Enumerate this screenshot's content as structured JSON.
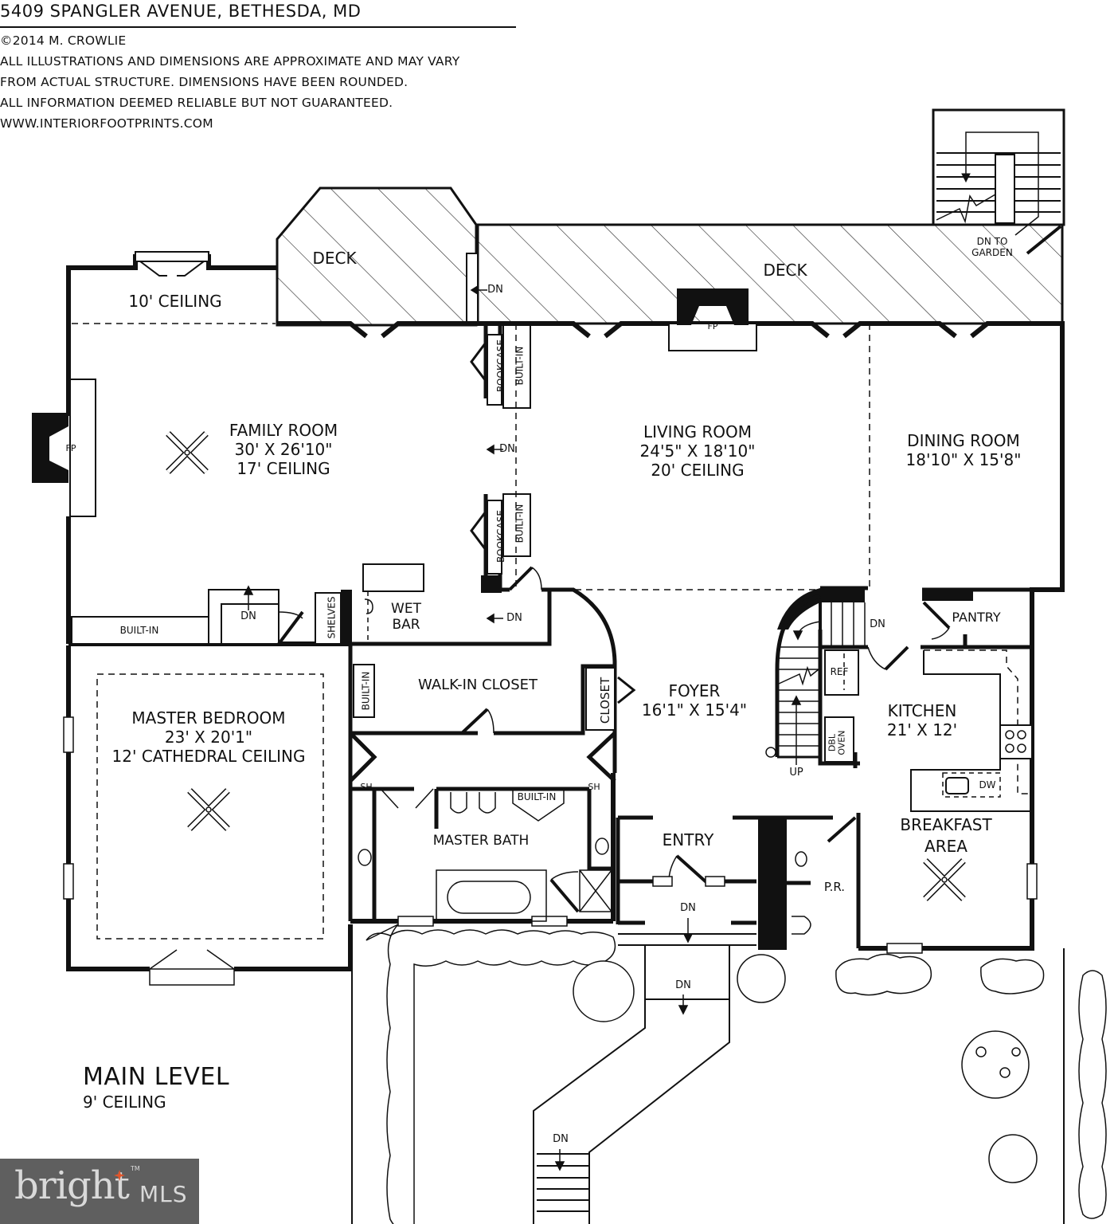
{
  "header": {
    "title": "5409 SPANGLER AVENUE, BETHESDA, MD",
    "copyright": "©2014 M. CROWLIE",
    "disclaimer_lines": [
      "ALL ILLUSTRATIONS AND DIMENSIONS ARE APPROXIMATE AND MAY VARY",
      "FROM ACTUAL STRUCTURE. DIMENSIONS HAVE BEEN ROUNDED.",
      "ALL INFORMATION DEEMED RELIABLE BUT NOT GUARANTEED."
    ],
    "website": "WWW.INTERIORFOOTPRINTS.COM"
  },
  "level": {
    "name": "MAIN LEVEL",
    "ceiling": "9' CEILING"
  },
  "rooms": {
    "family_room": {
      "name": "FAMILY ROOM",
      "dims": "30' X 26'10\"",
      "ceiling": "17' CEILING",
      "bay_ceiling": "10' CEILING"
    },
    "living_room": {
      "name": "LIVING ROOM",
      "dims": "24'5\" X 18'10\"",
      "ceiling": "20' CEILING"
    },
    "dining_room": {
      "name": "DINING ROOM",
      "dims": "18'10\" X 15'8\""
    },
    "master_bedroom": {
      "name": "MASTER BEDROOM",
      "dims": "23' X 20'1\"",
      "ceiling": "12' CATHEDRAL CEILING"
    },
    "walk_in_closet": {
      "name": "WALK-IN CLOSET"
    },
    "closet": {
      "name": "CLOSET"
    },
    "foyer": {
      "name": "FOYER",
      "dims": "16'1\" X 15'4\""
    },
    "kitchen": {
      "name": "KITCHEN",
      "dims": "21' X 12'"
    },
    "breakfast_area": {
      "name": "BREAKFAST",
      "name2": "AREA"
    },
    "master_bath": {
      "name": "MASTER BATH"
    },
    "entry": {
      "name": "ENTRY"
    },
    "powder_room": {
      "name": "P.R."
    },
    "pantry": {
      "name": "PANTRY"
    },
    "wet_bar": {
      "name": "WET",
      "name2": "BAR"
    },
    "deck_left": {
      "name": "DECK"
    },
    "deck_right": {
      "name": "DECK"
    }
  },
  "fixtures": {
    "fp": "FP",
    "bookcase": "BOOKCASE",
    "built_in": "BUILT-IN",
    "shelves": "SHELVES",
    "sh": "SH",
    "ref": "REF",
    "dbl": "DBL",
    "oven": "OVEN",
    "dw": "DW",
    "dn": "DN",
    "up": "UP",
    "dn_to": "DN TO",
    "garden": "GARDEN"
  },
  "brand": {
    "bright": "bright",
    "tm": "TM",
    "mls": "MLS",
    "bg_color": "#5f5f5f",
    "star_color": "#e0552b"
  }
}
